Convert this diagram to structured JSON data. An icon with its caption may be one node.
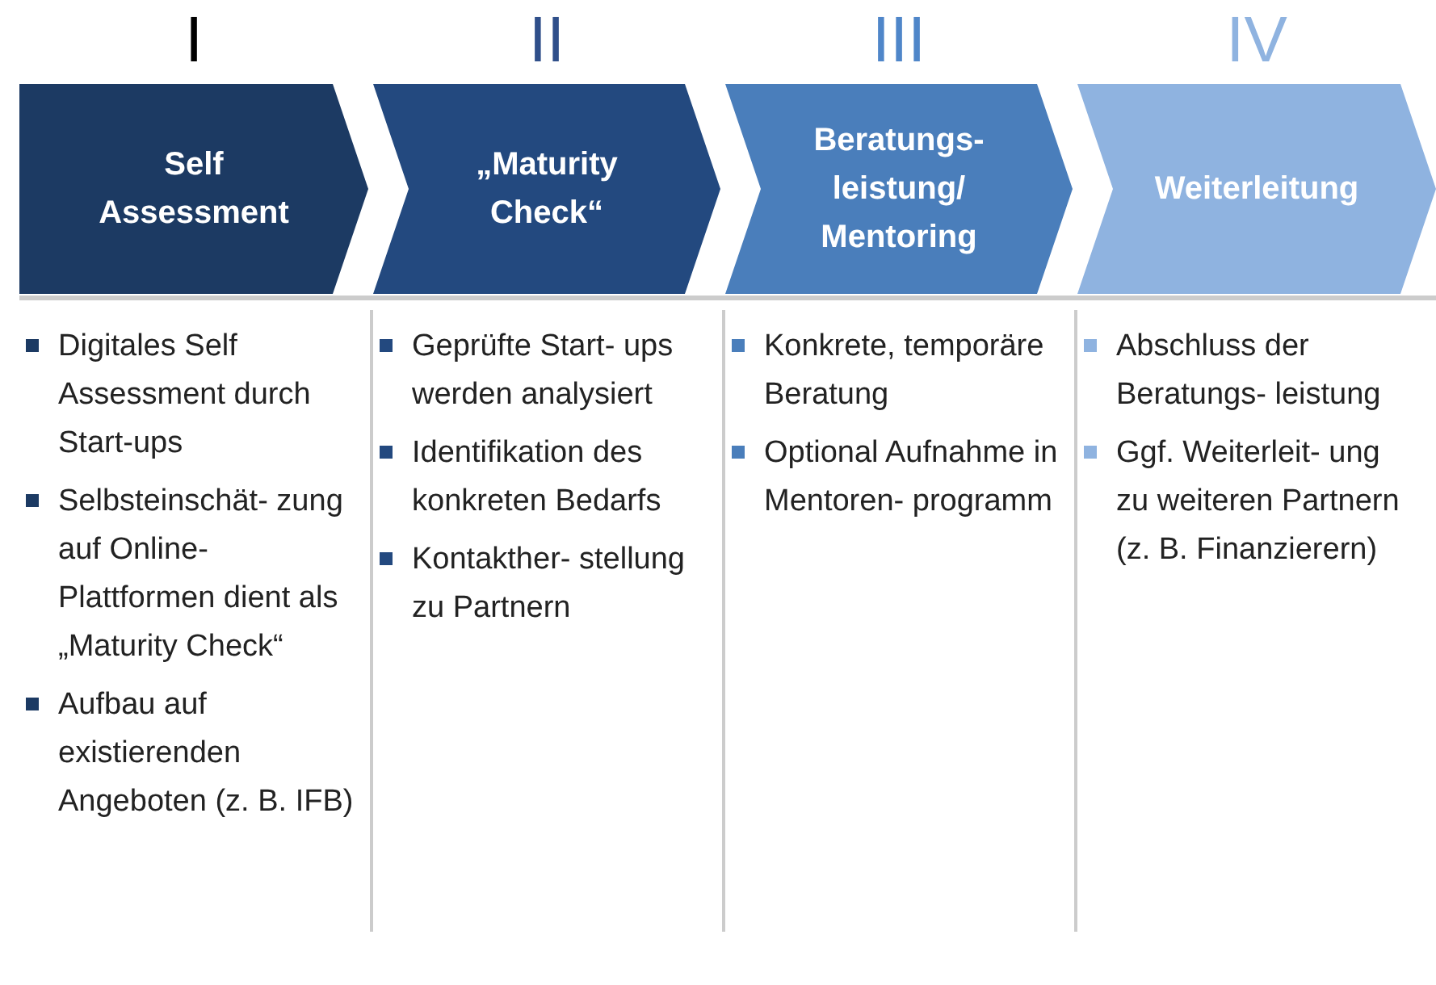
{
  "diagram": {
    "nodes": [
      {
        "text": [
          "Self Assessment"
        ],
        "beside": [
          "I",
          "Digitales Self Assessment durch Start-ups",
          "Selbsteinschät- zung auf Online- Plattformen dient als „Maturity Check“",
          "Aufbau auf existierenden Angeboten (z. B. IFB)"
        ]
      },
      {
        "text": [
          "„Maturity Check“"
        ],
        "beside": [
          "II",
          "Geprüfte Start- ups werden analysiert",
          "Identifikation des konkreten Bedarfs",
          "Kontakther- stellung zu Partnern"
        ]
      },
      {
        "text": [
          "Beratungs- leistung/ Mentoring"
        ],
        "beside": [
          "III",
          "Konkrete, temporäre Beratung",
          "Optional Aufnahme in Mentoren- programm"
        ]
      },
      {
        "text": [
          "Weiterleitung"
        ],
        "beside": [
          "IV",
          "Abschluss der Beratungs- leistung",
          "Ggf. Weiterleit- ung zu weiteren Partnern (z. B. Finanzierern)"
        ]
      }
    ]
  }
}
